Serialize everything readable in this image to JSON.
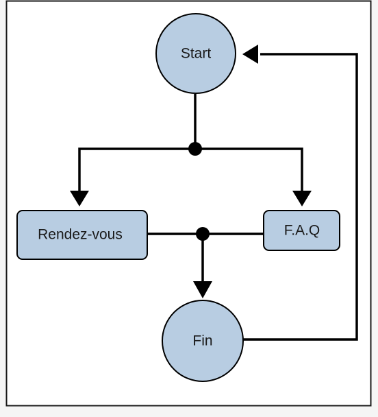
{
  "colors": {
    "background": "#f5f5f5",
    "frame_fill": "#ffffff",
    "frame_stroke": "#1a1a1a",
    "node_fill": "#b8cde2",
    "line": "#000000"
  },
  "nodes": {
    "start": {
      "label": "Start",
      "shape": "circle"
    },
    "rendezvous": {
      "label": "Rendez-vous",
      "shape": "rounded-rect"
    },
    "faq": {
      "label": "F.A.Q",
      "shape": "rounded-rect"
    },
    "fin": {
      "label": "Fin",
      "shape": "circle"
    }
  },
  "edges": [
    {
      "from": "start",
      "to": "rendezvous"
    },
    {
      "from": "start",
      "to": "faq"
    },
    {
      "from": "rendezvous",
      "to": "fin"
    },
    {
      "from": "faq",
      "to": "fin"
    },
    {
      "from": "fin",
      "to": "start"
    }
  ]
}
